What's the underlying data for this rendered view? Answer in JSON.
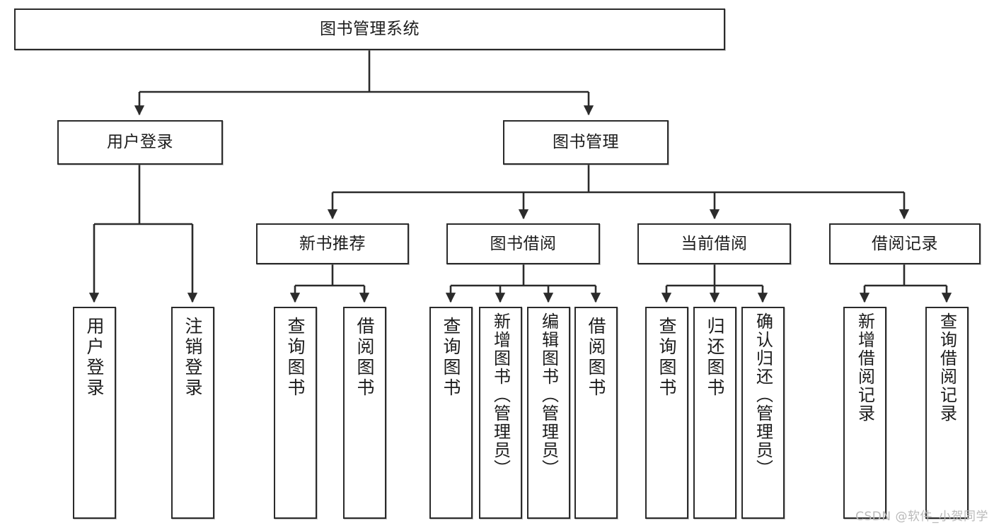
{
  "diagram": {
    "type": "tree",
    "title": "图书管理系统",
    "watermark": "CSDN @软件_小贺同学",
    "colors": {
      "stroke": "#2b2b2b",
      "fill": "#ffffff",
      "text": "#1c1c1c",
      "watermark": "#b9b9b9"
    },
    "nodes": {
      "root": {
        "label": "图书管理系统"
      },
      "level2": [
        {
          "label": "用户登录"
        },
        {
          "label": "图书管理"
        }
      ],
      "level3": [
        {
          "label": "新书推荐"
        },
        {
          "label": "图书借阅"
        },
        {
          "label": "当前借阅"
        },
        {
          "label": "借阅记录"
        }
      ],
      "leaves": {
        "user_login": [
          {
            "label": "用户登录"
          },
          {
            "label": "注销登录"
          }
        ],
        "new_book": [
          {
            "label": "查询图书"
          },
          {
            "label": "借阅图书"
          }
        ],
        "book_borrow": [
          {
            "label": "查询图书"
          },
          {
            "label": "新增图书（管理员）"
          },
          {
            "label": "编辑图书（管理员）"
          },
          {
            "label": "借阅图书"
          }
        ],
        "current_borrow": [
          {
            "label": "查询图书"
          },
          {
            "label": "归还图书"
          },
          {
            "label": "确认归还（管理员）"
          }
        ],
        "borrow_record": [
          {
            "label": "新增借阅记录"
          },
          {
            "label": "查询借阅记录"
          }
        ]
      }
    }
  }
}
